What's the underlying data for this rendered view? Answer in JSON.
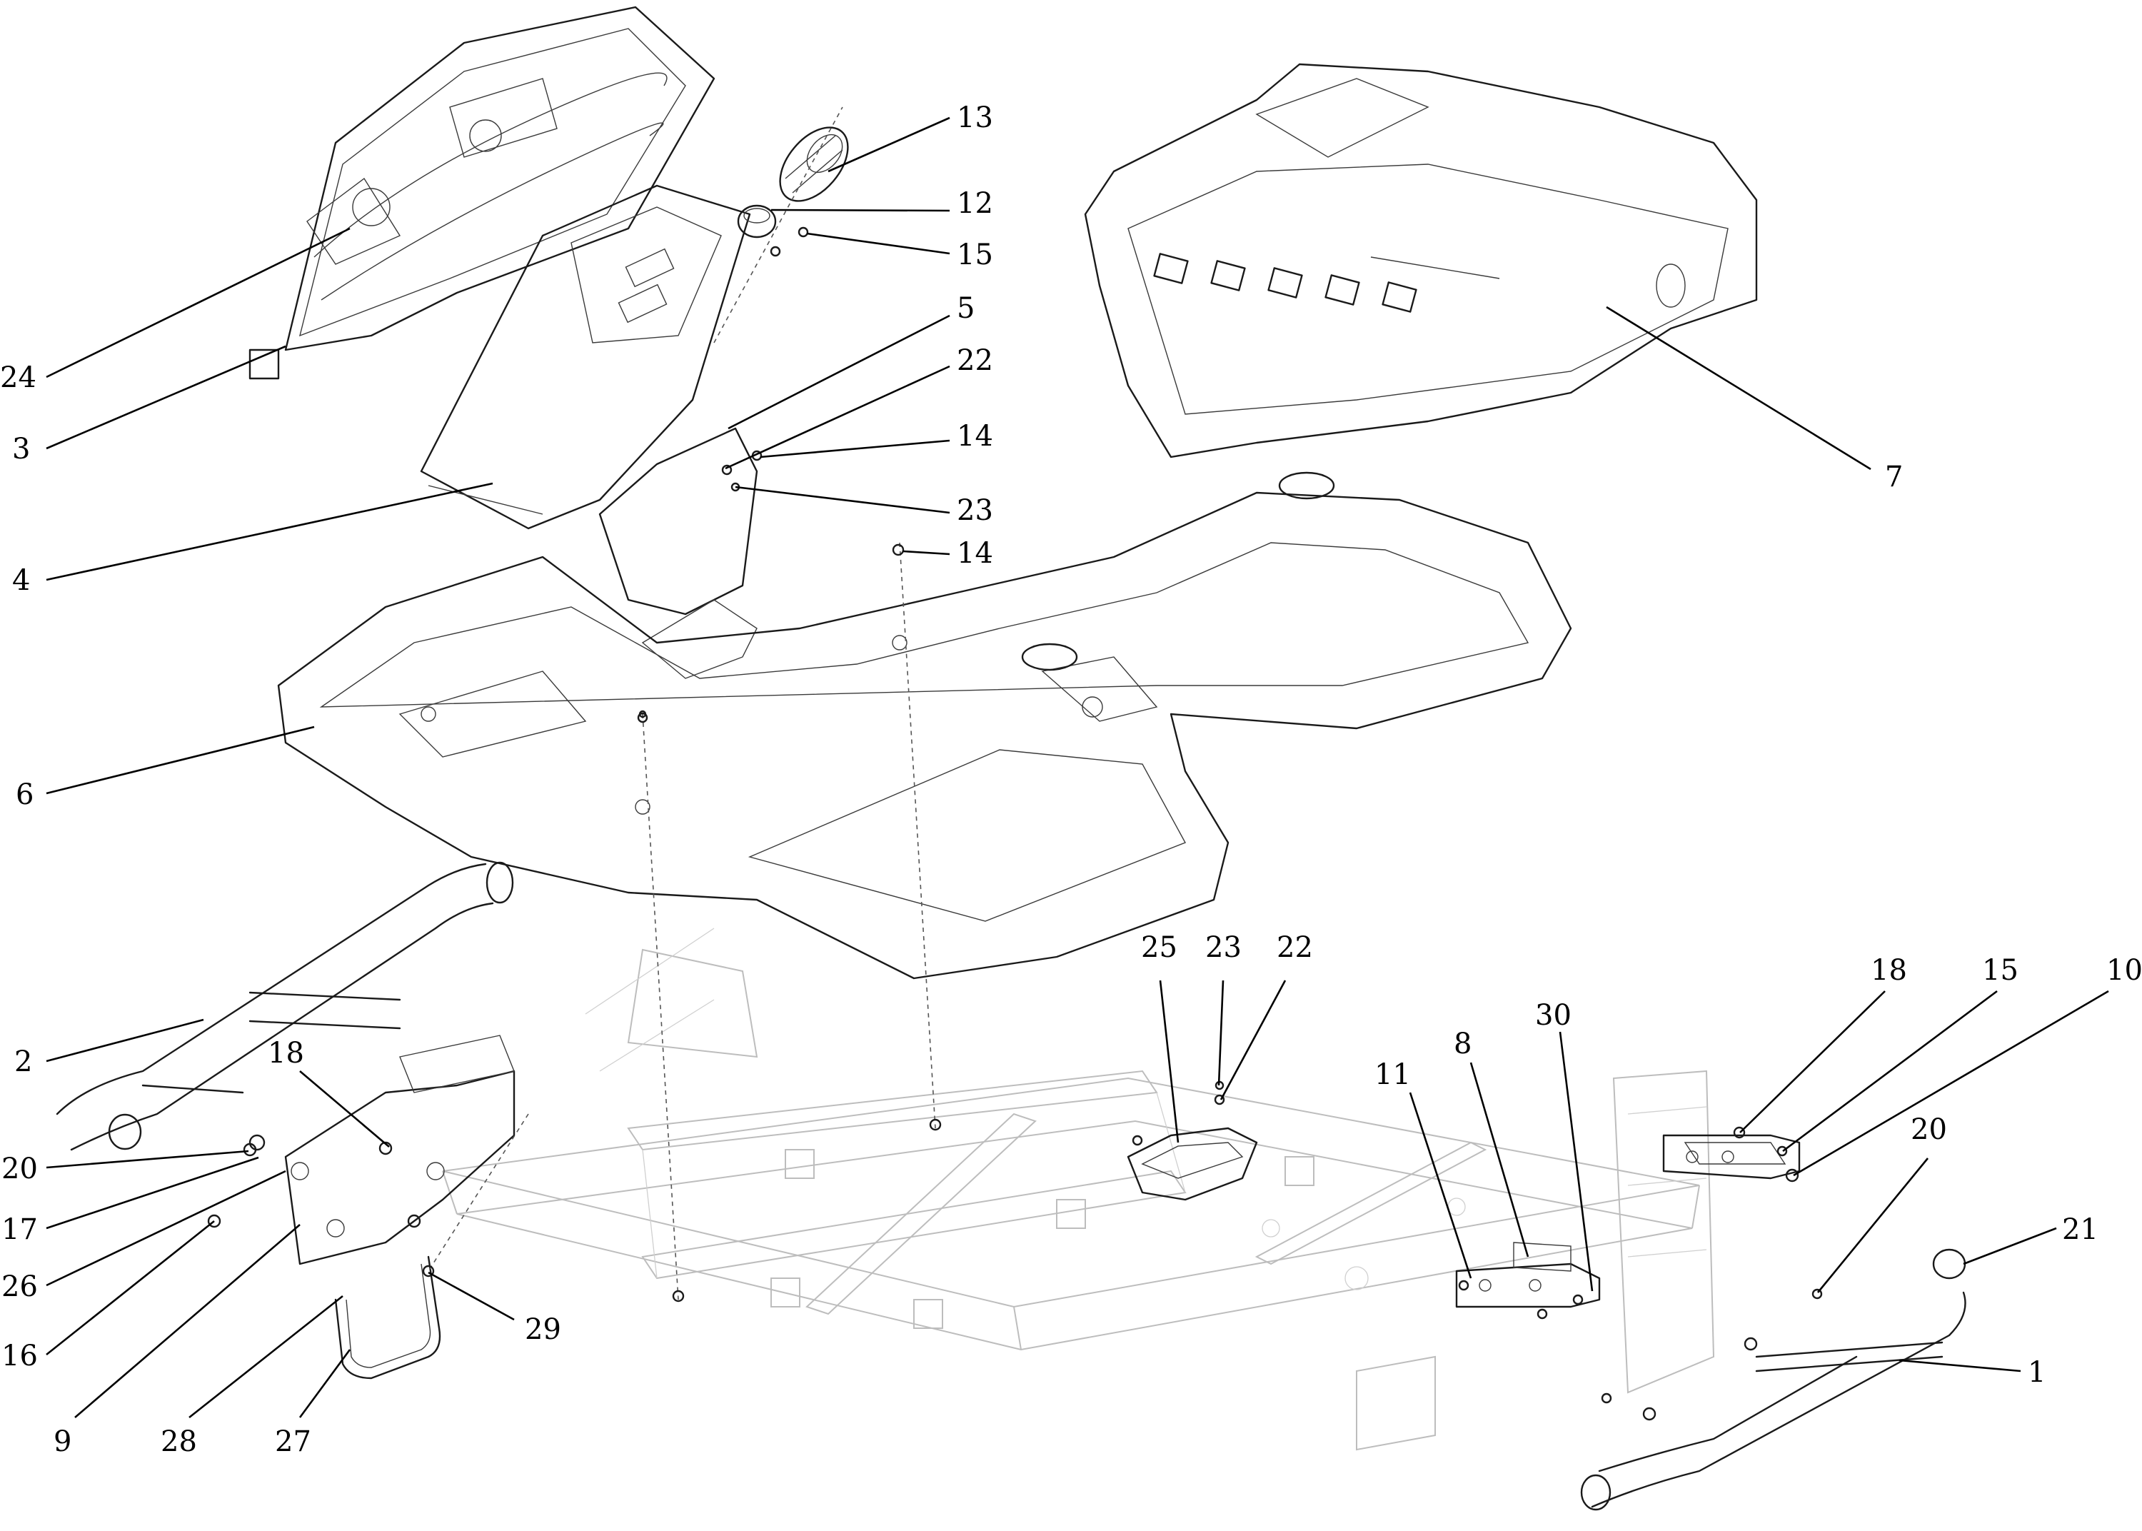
{
  "callouts": [
    {
      "id": "c24",
      "label": "24"
    },
    {
      "id": "c3",
      "label": "3"
    },
    {
      "id": "c4",
      "label": "4"
    },
    {
      "id": "c6",
      "label": "6"
    },
    {
      "id": "c13",
      "label": "13"
    },
    {
      "id": "c12",
      "label": "12"
    },
    {
      "id": "c15a",
      "label": "15"
    },
    {
      "id": "c5",
      "label": "5"
    },
    {
      "id": "c22a",
      "label": "22"
    },
    {
      "id": "c14a",
      "label": "14"
    },
    {
      "id": "c23a",
      "label": "23"
    },
    {
      "id": "c14b",
      "label": "14"
    },
    {
      "id": "c7",
      "label": "7"
    },
    {
      "id": "c2",
      "label": "2"
    },
    {
      "id": "c18a",
      "label": "18"
    },
    {
      "id": "c20a",
      "label": "20"
    },
    {
      "id": "c17",
      "label": "17"
    },
    {
      "id": "c26",
      "label": "26"
    },
    {
      "id": "c16",
      "label": "16"
    },
    {
      "id": "c9",
      "label": "9"
    },
    {
      "id": "c28",
      "label": "28"
    },
    {
      "id": "c27",
      "label": "27"
    },
    {
      "id": "c29",
      "label": "29"
    },
    {
      "id": "c25",
      "label": "25"
    },
    {
      "id": "c23b",
      "label": "23"
    },
    {
      "id": "c22b",
      "label": "22"
    },
    {
      "id": "c11",
      "label": "11"
    },
    {
      "id": "c8",
      "label": "8"
    },
    {
      "id": "c30",
      "label": "30"
    },
    {
      "id": "c18b",
      "label": "18"
    },
    {
      "id": "c15b",
      "label": "15"
    },
    {
      "id": "c10",
      "label": "10"
    },
    {
      "id": "c20b",
      "label": "20"
    },
    {
      "id": "c21",
      "label": "21"
    },
    {
      "id": "c1",
      "label": "1"
    }
  ]
}
